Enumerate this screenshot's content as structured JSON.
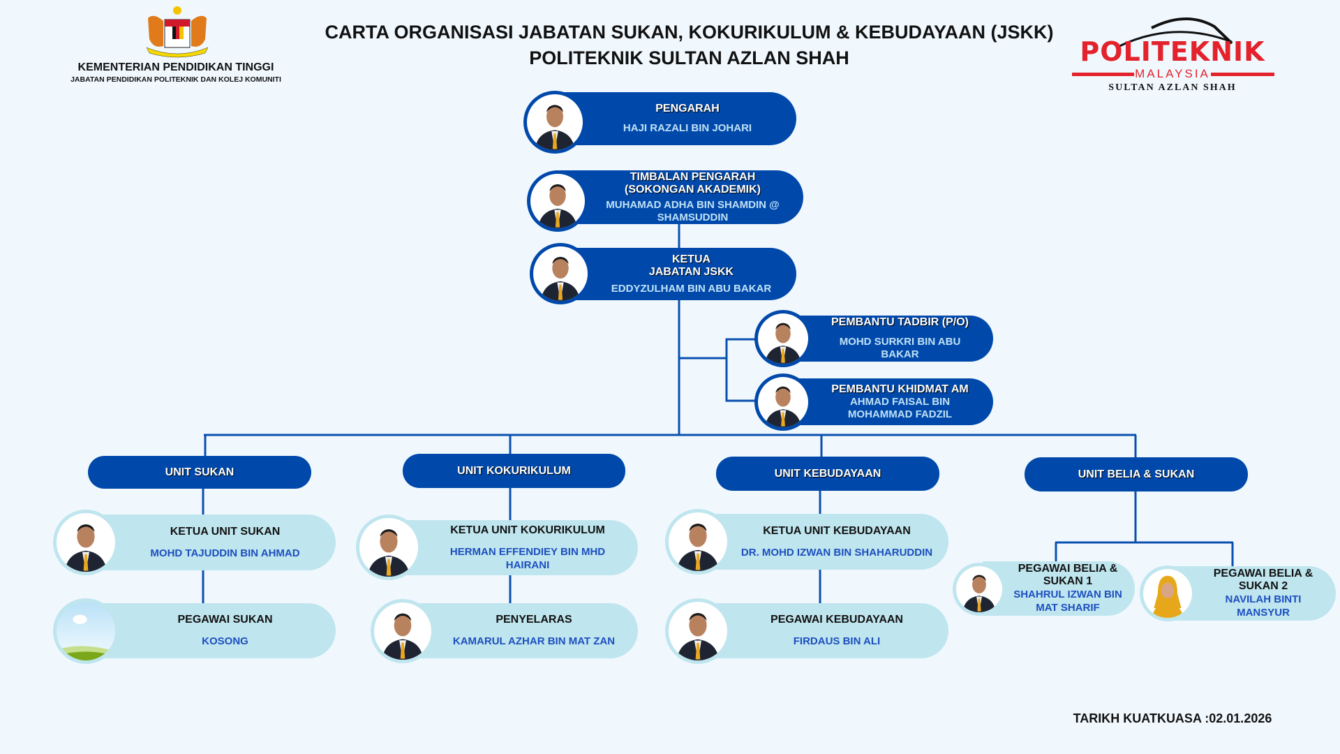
{
  "header": {
    "ministry": "KEMENTERIAN PENDIDIKAN TINGGI",
    "department": "JABATAN PENDIDIKAN POLITEKNIK DAN KOLEJ KOMUNITI",
    "title_line1": "CARTA ORGANISASI JABATAN SUKAN, KOKURIKULUM & KEBUDAYAAN (JSKK)",
    "title_line2": "POLITEKNIK SULTAN AZLAN SHAH"
  },
  "logo": {
    "brand": "POLITEKNIK",
    "sub": "MALAYSIA",
    "campus": "SULTAN AZLAN SHAH"
  },
  "nodes": {
    "pengarah": {
      "title": "PENGARAH",
      "name": "HAJI RAZALI BIN JOHARI"
    },
    "timbalan": {
      "title": "TIMBALAN PENGARAH (SOKONGAN AKADEMIK)",
      "name": "MUHAMAD ADHA BIN SHAMDIN @ SHAMSUDDIN"
    },
    "ketua_jabatan": {
      "title": "KETUA JABATAN JSKK",
      "name": "EDDYZULHAM BIN ABU BAKAR"
    },
    "pembantu_tadbir": {
      "title": "PEMBANTU TADBIR (P/O)",
      "name": "MOHD SURKRI BIN ABU BAKAR"
    },
    "pembantu_khidmat": {
      "title": "PEMBANTU KHIDMAT AM",
      "name": "AHMAD FAISAL BIN MOHAMMAD FADZIL"
    },
    "ketua_unit_sukan": {
      "title": "KETUA UNIT SUKAN",
      "name": "MOHD TAJUDDIN BIN AHMAD"
    },
    "pegawai_sukan": {
      "title": "PEGAWAI SUKAN",
      "name": "KOSONG"
    },
    "ketua_unit_kokurikulum": {
      "title": "KETUA UNIT KOKURIKULUM",
      "name": "HERMAN EFFENDIEY  BIN MHD HAIRANI"
    },
    "penyelaras": {
      "title": "PENYELARAS",
      "name": "KAMARUL AZHAR BIN MAT ZAN"
    },
    "ketua_unit_kebudayaan": {
      "title": "KETUA UNIT KEBUDAYAAN",
      "name": "DR. MOHD IZWAN BIN SHAHARUDDIN"
    },
    "pegawai_kebudayaan": {
      "title": "PEGAWAI KEBUDAYAAN",
      "name": "FIRDAUS BIN ALI"
    },
    "pegawai_belia_1": {
      "title": "PEGAWAI BELIA & SUKAN 1",
      "name": "SHAHRUL IZWAN BIN MAT SHARIF"
    },
    "pegawai_belia_2": {
      "title": "PEGAWAI BELIA & SUKAN 2",
      "name": "NAVILAH BINTI MANSYUR"
    }
  },
  "units": {
    "sukan": "UNIT SUKAN",
    "kokurikulum": "UNIT KOKURIKULUM",
    "kebudayaan": "UNIT KEBUDAYAAN",
    "belia": "UNIT BELIA & SUKAN"
  },
  "footer": {
    "effective_date": "TARIKH KUATKUASA :02.01.2026"
  },
  "colors": {
    "dark_blue": "#0049ab",
    "light_blue": "#bfe5ee",
    "name_blue": "#1c4fbf",
    "background": "#f0f8fe",
    "brand_red": "#e3222b"
  }
}
